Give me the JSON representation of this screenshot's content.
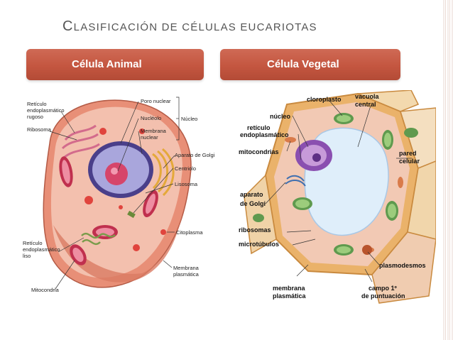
{
  "slide": {
    "title": "Clasificación de células eucariotas",
    "headers": {
      "animal": "Célula Animal",
      "vegetal": "Célula Vegetal"
    }
  },
  "animal_cell": {
    "labels": {
      "reticulo_rugoso": [
        "Retículo",
        "endoplasmático",
        "rugoso"
      ],
      "ribosoma": "Ribosoma",
      "poro_nuclear": "Poro nuclear",
      "nucleolo": "Nucléolo",
      "membrana_nuclear": [
        "Membrana",
        "nuclear"
      ],
      "nucleo": "Núcleo",
      "aparato_golgi": "Aparato de Golgi",
      "centriolo": "Centriolo",
      "lisosoma": "Lisosoma",
      "reticulo_liso": [
        "Retículo",
        "endoplasmático",
        "liso"
      ],
      "citoplasma": "Citoplasma",
      "mitocondria": "Mitocondria",
      "membrana_plasmatica": [
        "Membrana",
        "plasmática"
      ]
    }
  },
  "plant_cell": {
    "labels": {
      "cloroplasto": "cloroplasto",
      "vacuola": [
        "vacuola",
        "central"
      ],
      "nucleo": "núcleo",
      "reticulo": [
        "retículo",
        "endoplasmático"
      ],
      "mitocondrias": "mitocondrias",
      "pared": [
        "pared",
        "celular"
      ],
      "aparato_golgi": [
        "aparato",
        "de Golgi"
      ],
      "ribosomas": "ribosomas",
      "microtubulos": "microtúbulos",
      "plasmodesmos": "plasmodesmos",
      "membrana": [
        "membrana",
        "plasmática"
      ],
      "campo": [
        "campo 1º",
        "de puntuación"
      ]
    }
  },
  "colors": {
    "header_bg": "#c45640",
    "title_text": "#555555",
    "cytoplasm": "#f1b9a9",
    "cell_wall": "#e2a05d",
    "nucleus": "#b9b9e6",
    "vacuole": "#dfeefa",
    "chloroplast": "#7cb26a"
  }
}
